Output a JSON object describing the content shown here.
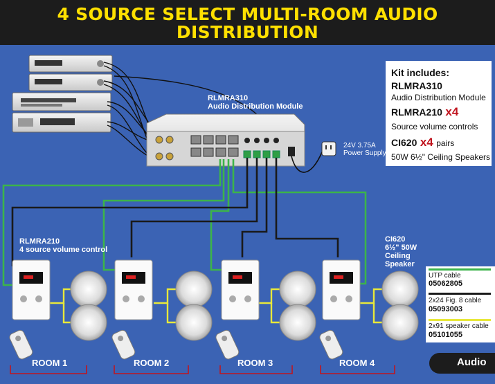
{
  "header": {
    "title_line1": "4 SOURCE SELECT MULTI-ROOM AUDIO",
    "title_line2": "DISTRIBUTION"
  },
  "module": {
    "name": "RLMRA310",
    "desc": "Audio Distribution Module"
  },
  "power_supply": {
    "line1": "24V 3.75A",
    "line2": "Power Supply"
  },
  "volume_control": {
    "name": "RLMRA210",
    "desc": "4 source volume control"
  },
  "speaker": {
    "name": "CI620",
    "size": "6½\" 50W",
    "line3": "Ceiling",
    "line4": "Speaker"
  },
  "kit": {
    "title": "Kit includes:",
    "item1_name": "RLMRA310",
    "item1_desc": "Audio Distribution Module",
    "item2_name": "RLMRA210",
    "item2_qty": "x4",
    "item2_desc": "Source volume controls",
    "item3_name": "CI620",
    "item3_qty": "x4",
    "item3_suffix": "pairs",
    "item3_desc": "50W 6½\" Ceiling Speakers"
  },
  "legend": {
    "utp_label": "UTP cable",
    "utp_code": "05062805",
    "fig8_label": "2x24 Fig. 8 cable",
    "fig8_code": "05093003",
    "speaker_label": "2x91 speaker cable",
    "speaker_code": "05101055"
  },
  "rooms": [
    "ROOM 1",
    "ROOM 2",
    "ROOM 3",
    "ROOM 4"
  ],
  "badge": {
    "label": "Audio",
    "icon": "speaker-volume-icon"
  },
  "colors": {
    "background": "#3b63b4",
    "header_bg": "#1c1c1c",
    "title": "#ffe000",
    "utp_cable": "#3cb44a",
    "fig8_cable": "#1a1a1a",
    "speaker_cable": "#e8e83a",
    "room_bracket": "#c0141e",
    "accent_red": "#c0141e"
  }
}
